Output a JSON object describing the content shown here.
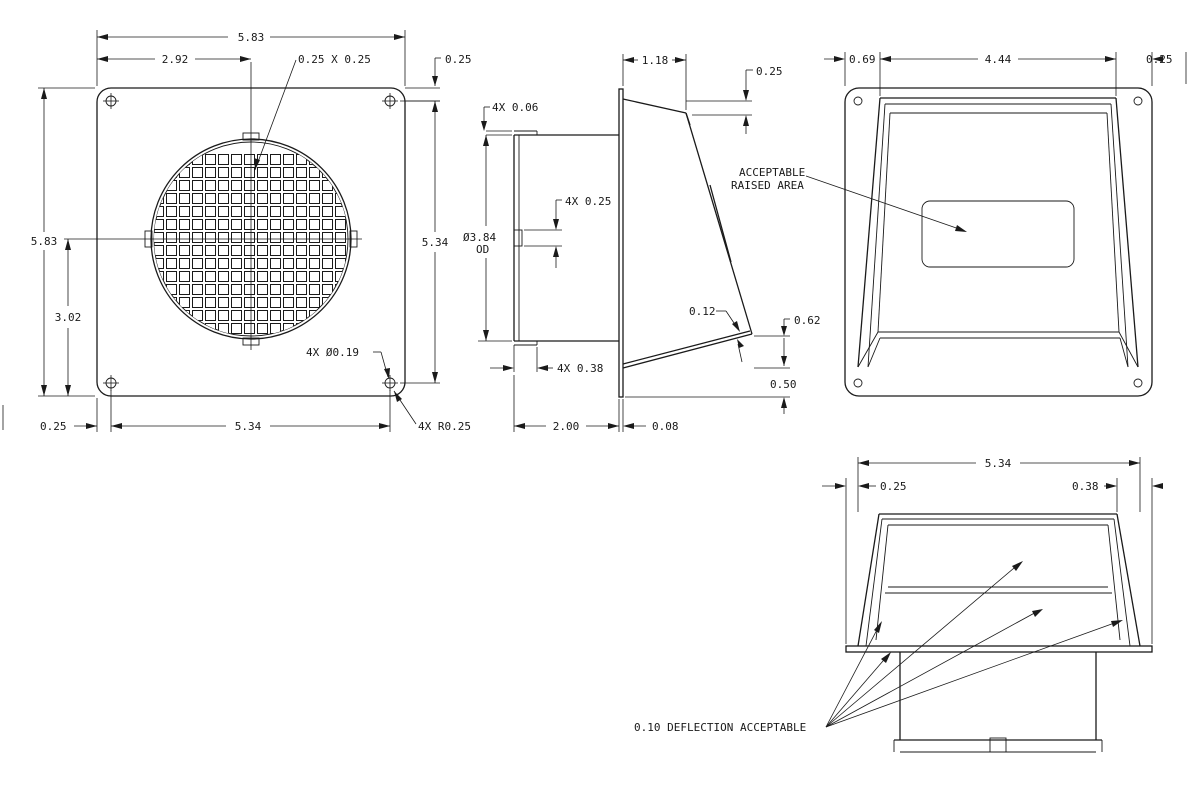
{
  "front_view": {
    "overall_width": "5.83",
    "half_width": "2.92",
    "grid_opening": "0.25 X 0.25",
    "flange_top": "0.25",
    "overall_height": "5.83",
    "hole_spacing_v": "5.34",
    "center_height": "3.02",
    "hole_note": "4X Ø0.19",
    "corner_radius": "4X R0.25",
    "flange_left": "0.25",
    "hole_spacing_h": "5.34"
  },
  "side_view": {
    "hood_depth": "1.18",
    "top_offset": "0.25",
    "lip_note": "4X 0.06",
    "tab_note": "4X 0.25",
    "duct_od_line1": "Ø3.84",
    "duct_od_line2": "OD",
    "tab_length": "4X 0.38",
    "damper_thickness": "0.12",
    "damper_gap": "0.62",
    "bottom_offset": "0.50",
    "duct_length": "2.00",
    "plate_thickness": "0.08"
  },
  "top_view": {
    "left_margin": "0.69",
    "opening_width": "4.44",
    "right_margin": "0.25",
    "raised_area_line1": "ACCEPTABLE",
    "raised_area_line2": "RAISED AREA"
  },
  "bottom_view": {
    "overall_width": "5.34",
    "left_margin": "0.25",
    "right_margin": "0.38",
    "deflection_note": "0.10 DEFLECTION ACCEPTABLE"
  }
}
